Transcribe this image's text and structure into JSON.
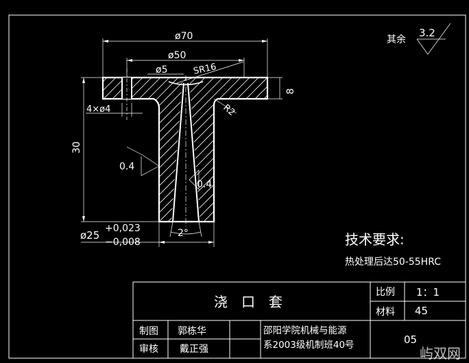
{
  "drawing": {
    "surface_note": {
      "text": "其余",
      "value": "3.2"
    },
    "dims": {
      "d70": "ø70",
      "d50": "ø50",
      "d5": "ø5",
      "sr16": "SR16",
      "holes": "4×ø4",
      "h8": "8",
      "h30": "30",
      "r2": "R2",
      "rough1": "0.4",
      "rough2": "0.4",
      "angle": "2°",
      "tol_base": "ø25",
      "tol_upper": "+0,023",
      "tol_lower": "−0,008"
    },
    "tech_title": "技术要求:",
    "tech_item": "热处理后达50-55HRC"
  },
  "title_block": {
    "part_name": "浇　口　套",
    "scale_label": "比例",
    "scale_value": "1：1",
    "material_label": "材料",
    "material_value": "45",
    "drawn_label": "制图",
    "drawn_name": "郭栋华",
    "check_label": "审核",
    "check_name": "戴正强",
    "school_line1": "邵阳学院机械与能源",
    "school_line2": "系2003级机制班40号",
    "drawing_no": "05"
  },
  "watermark": "屿双网"
}
